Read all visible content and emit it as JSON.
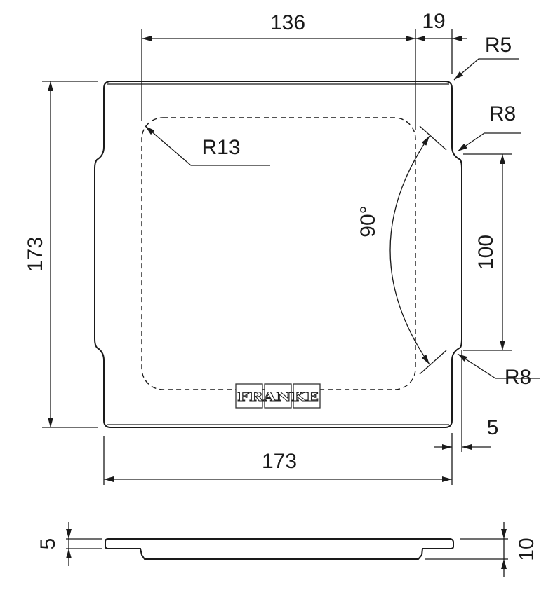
{
  "drawing": {
    "title": "Plate technical drawing",
    "brand": "FRANKE",
    "line_color": "#1a1a1a",
    "dimensions": {
      "inner_width": "136",
      "offset": "19",
      "corner_radius_outer": "R5",
      "corner_radius_inner": "R13",
      "notch_radius_top": "R8",
      "notch_radius_bottom": "R8",
      "angle": "90°",
      "notch_length": "100",
      "overall_height": "173",
      "overall_width": "173",
      "notch_depth": "5",
      "profile_thickness": "5",
      "profile_total_height": "10"
    }
  }
}
